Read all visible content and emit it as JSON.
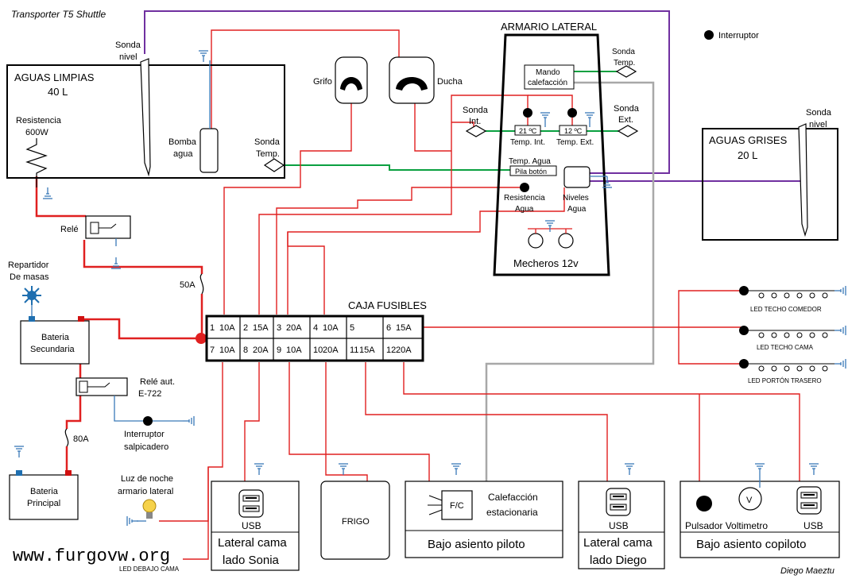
{
  "header": {
    "title": "Transporter T5 Shuttle",
    "legend_dot": "Interruptor"
  },
  "footer": {
    "author": "Diego Maeztu",
    "watermark": "www.furgovw.org"
  },
  "colors": {
    "power": "#e02020",
    "ground": "#3a7ab8",
    "sensor": "#0aa040",
    "level": "#7030a0",
    "control": "#a8a8a8",
    "terminal_blue": "#1f6fb0",
    "terminal_red": "#d01010"
  },
  "tanks": {
    "clean": {
      "title": "AGUAS LIMPIAS",
      "capacity": "40 L",
      "heater_l1": "Resistencia",
      "heater_l2": "600W",
      "pump_l1": "Bomba",
      "pump_l2": "agua"
    },
    "grey": {
      "title": "AGUAS GRISES",
      "capacity": "20 L"
    },
    "sonda_nivel_l1": "Sonda",
    "sonda_nivel_l2": "nivel",
    "sonda_temp_l1": "Sonda",
    "sonda_temp_l2": "Temp."
  },
  "taps": {
    "grifo": "Grifo",
    "ducha": "Ducha"
  },
  "cabinet": {
    "title": "ARMARIO LATERAL",
    "mando_l1": "Mando",
    "mando_l2": "calefacción",
    "sonda_int_l1": "Sonda",
    "sonda_int_l2": "Int.",
    "sonda_ext_l1": "Sonda",
    "sonda_ext_l2": "Ext.",
    "sonda_temp_l1": "Sonda",
    "sonda_temp_l2": "Temp.",
    "disp_int": "21 ºC",
    "disp_ext": "12 ºC",
    "lbl_temp_int": "Temp. Int.",
    "lbl_temp_ext": "Temp. Ext.",
    "temp_agua": "Temp. Agua",
    "pila": "Pila botón",
    "resist_l1": "Resistencia",
    "resist_l2": "Agua",
    "niveles_l1": "Niveles",
    "niveles_l2": "Agua",
    "mecheros": "Mecheros 12v"
  },
  "left": {
    "rele": "Relé",
    "repartidor_l1": "Repartidor",
    "repartidor_l2": "De masas",
    "fuse50": "50A",
    "fuse80": "80A",
    "bat2_l1": "Bateria",
    "bat2_l2": "Secundaria",
    "rele_aut_l1": "Relé aut.",
    "rele_aut_l2": "E-722",
    "interruptor_l1": "Interruptor",
    "interruptor_l2": "salpicadero",
    "bat1_l1": "Bateria",
    "bat1_l2": "Principal"
  },
  "fusebox": {
    "title": "CAJA FUSIBLES",
    "top": [
      [
        "1",
        "10A"
      ],
      [
        "2",
        "15A"
      ],
      [
        "3",
        "20A"
      ],
      [
        "4",
        "10A"
      ],
      [
        "5",
        ""
      ],
      [
        "6",
        "15A"
      ]
    ],
    "bottom": [
      [
        "7",
        "10A"
      ],
      [
        "8",
        "20A"
      ],
      [
        "9",
        "10A"
      ],
      [
        "10",
        "20A"
      ],
      [
        "11",
        "15A"
      ],
      [
        "12",
        "20A"
      ]
    ]
  },
  "leds": {
    "comedor": "LED TECHO COMEDOR",
    "cama": "LED TECHO CAMA",
    "porton": "LED  PORTÓN TRASERO"
  },
  "bottom": {
    "luz_l1": "Luz de noche",
    "luz_l2": "armario lateral",
    "led_debajo": "LED DEBAJO CAMA",
    "usb": "USB",
    "sonia_l1": "Lateral cama",
    "sonia_l2": "lado Sonia",
    "frigo": "FRIGO",
    "fc": "F/C",
    "calef_l1": "Calefacción",
    "calef_l2": "estacionaria",
    "piloto": "Bajo asiento piloto",
    "diego_l1": "Lateral cama",
    "diego_l2": "lado Diego",
    "pulsador": "Pulsador Voltimetro",
    "v": "V",
    "copiloto": "Bajo asiento copiloto"
  }
}
